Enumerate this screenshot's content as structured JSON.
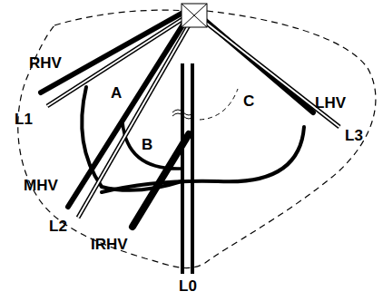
{
  "diagram": {
    "labels": [
      "RHV",
      "A",
      "L1",
      "B",
      "C",
      "LHV",
      "L3",
      "MHV",
      "L2",
      "IRHV",
      "L0"
    ]
  }
}
